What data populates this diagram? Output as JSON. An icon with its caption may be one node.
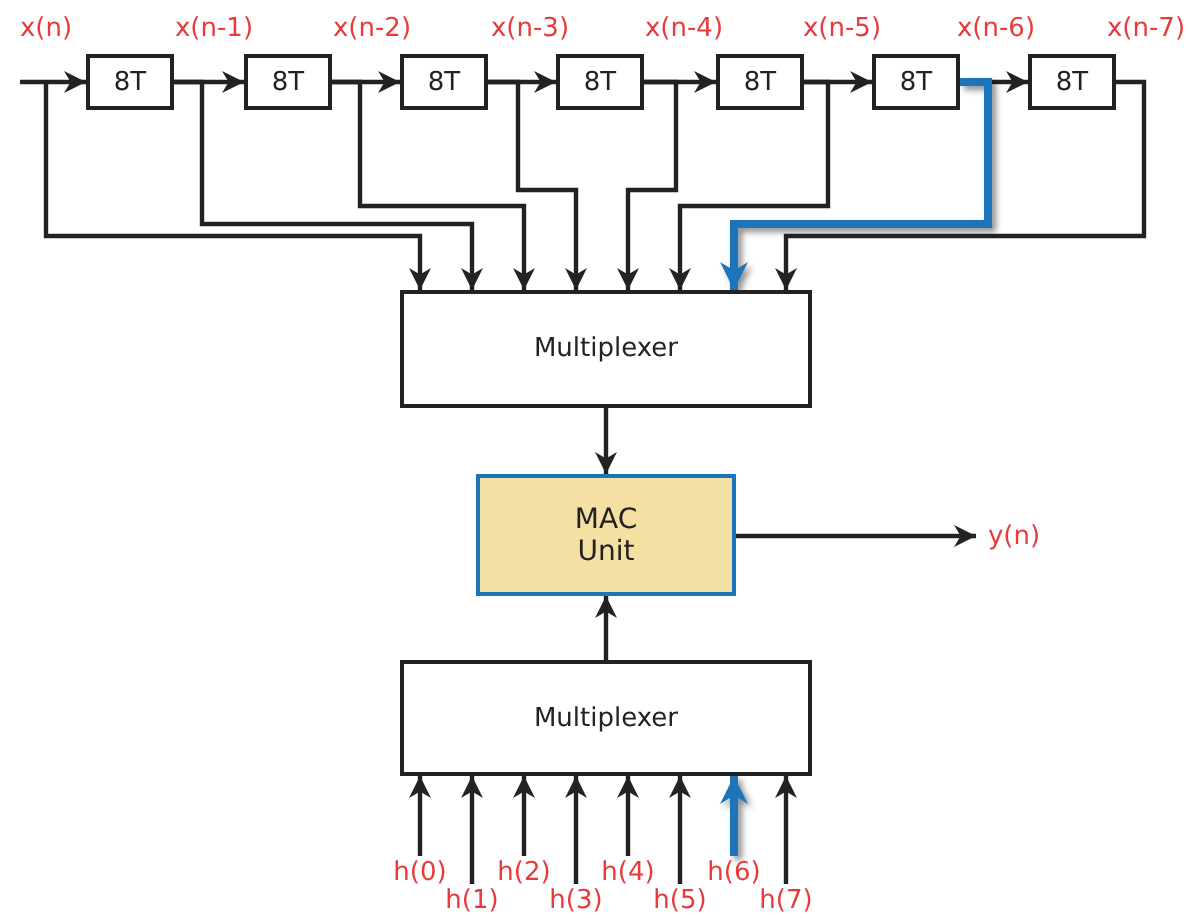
{
  "diagram": {
    "nodes": [
      {
        "text": [
          "8T"
        ]
      },
      {
        "text": [
          "8T"
        ]
      },
      {
        "text": [
          "8T"
        ]
      },
      {
        "text": [
          "8T"
        ]
      },
      {
        "text": [
          "8T"
        ]
      },
      {
        "text": [
          "8T"
        ]
      },
      {
        "text": [
          "8T"
        ]
      },
      {
        "text": [
          "Multiplexer"
        ]
      },
      {
        "text": [
          "MAC Unit"
        ]
      },
      {
        "text": [
          "Multiplexer"
        ]
      },
      {
        "text": [
          "h(0)"
        ]
      },
      {
        "text": [
          "h(1)"
        ]
      },
      {
        "text": [
          "h(2)"
        ]
      },
      {
        "text": [
          "h(3)"
        ]
      },
      {
        "text": [
          "h(4)"
        ]
      },
      {
        "text": [
          "h(5)"
        ]
      },
      {
        "text": [
          "h(6)"
        ]
      },
      {
        "text": [
          "h(7)"
        ]
      },
      {
        "text": [
          "y(n)"
        ]
      }
    ],
    "edges": [
      {
        "from": null,
        "to": 0,
        "arrow": "to"
      },
      {
        "from": 0,
        "to": 1,
        "arrow": "to"
      },
      {
        "from": 1,
        "to": 2,
        "arrow": "to"
      },
      {
        "from": 2,
        "to": 3,
        "arrow": "to"
      },
      {
        "from": 3,
        "to": 4,
        "arrow": "to"
      },
      {
        "from": 4,
        "to": 5,
        "arrow": "to"
      },
      {
        "from": 5,
        "to": 6,
        "arrow": "to"
      },
      {
        "from": null,
        "to": 7,
        "arrow": "to"
      },
      {
        "from": 0,
        "to": 7,
        "arrow": "to"
      },
      {
        "from": 1,
        "to": 7,
        "arrow": "to"
      },
      {
        "from": 2,
        "to": 7,
        "arrow": "to"
      },
      {
        "from": 3,
        "to": 7,
        "arrow": "to"
      },
      {
        "from": 4,
        "to": 7,
        "arrow": "to"
      },
      {
        "from": 5,
        "to": 7,
        "arrow": "to",
        "style": "thick",
        "color": "#1b75bb"
      },
      {
        "from": 6,
        "to": 7,
        "arrow": "to"
      },
      {
        "from": 7,
        "to": 8,
        "arrow": "to"
      },
      {
        "from": 9,
        "to": 8,
        "arrow": "to"
      },
      {
        "from": 8,
        "to": 18,
        "arrow": "to"
      },
      {
        "from": 10,
        "to": 9,
        "arrow": "to"
      },
      {
        "from": 11,
        "to": 9,
        "arrow": "to"
      },
      {
        "from": 12,
        "to": 9,
        "arrow": "to"
      },
      {
        "from": 13,
        "to": 9,
        "arrow": "to"
      },
      {
        "from": 14,
        "to": 9,
        "arrow": "to"
      },
      {
        "from": 15,
        "to": 9,
        "arrow": "to"
      },
      {
        "from": 16,
        "to": 9,
        "arrow": "to",
        "style": "thick",
        "color": "#1b75bb"
      },
      {
        "from": 17,
        "to": 9,
        "arrow": "to"
      }
    ],
    "labels": [
      "x(n)",
      "x(n-1)",
      "x(n-2)",
      "x(n-3)",
      "x(n-4)",
      "x(n-5)",
      "x(n-6)",
      "x(n-7)"
    ]
  }
}
